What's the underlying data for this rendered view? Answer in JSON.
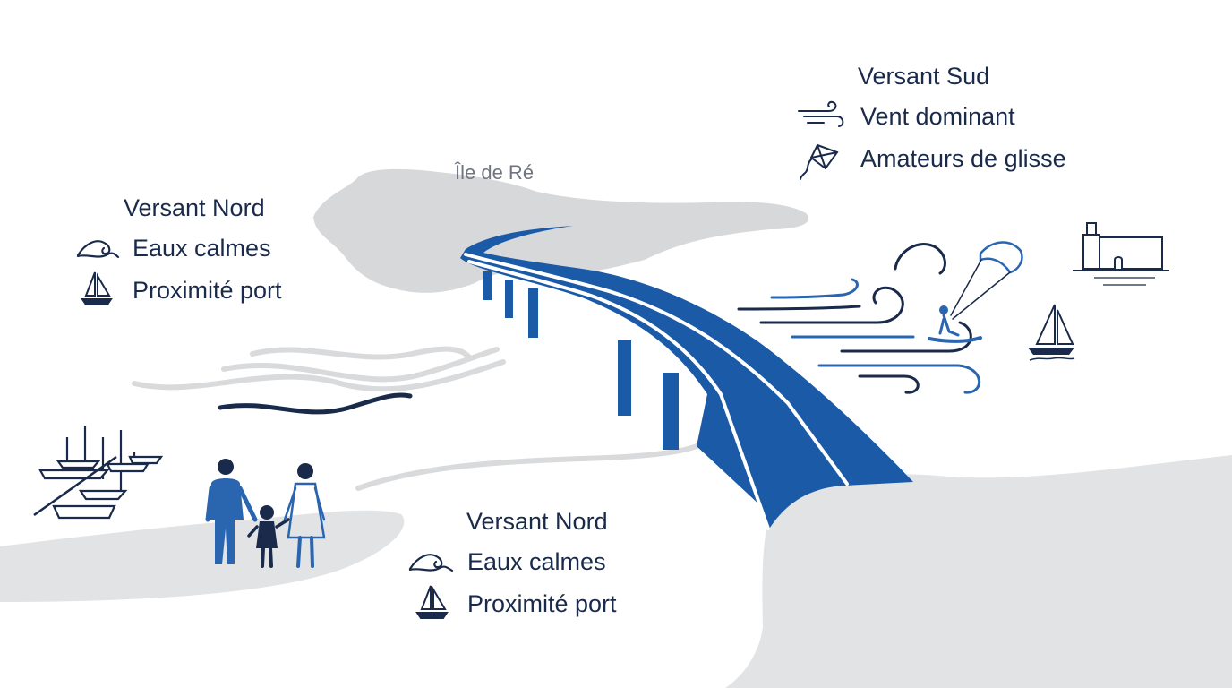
{
  "island_label": "Île de Ré",
  "callouts": {
    "north_top": {
      "heading": "Versant Nord",
      "items": [
        {
          "icon": "wave-icon",
          "label": "Eaux calmes"
        },
        {
          "icon": "sailboat-icon",
          "label": "Proximité port"
        }
      ]
    },
    "north_bottom": {
      "heading": "Versant Nord",
      "items": [
        {
          "icon": "wave-icon",
          "label": "Eaux calmes"
        },
        {
          "icon": "sailboat-icon",
          "label": "Proximité port"
        }
      ]
    },
    "south": {
      "heading": "Versant Sud",
      "items": [
        {
          "icon": "wind-icon",
          "label": "Vent dominant"
        },
        {
          "icon": "kite-icon",
          "label": "Amateurs de glisse"
        }
      ]
    }
  },
  "colors": {
    "navy": "#1a2a4a",
    "bridge_blue": "#1a5aa6",
    "land_gray": "#e2e3e5",
    "island_gray": "#d7d8da",
    "wave_gray": "#d9dadc",
    "background": "#ffffff"
  }
}
